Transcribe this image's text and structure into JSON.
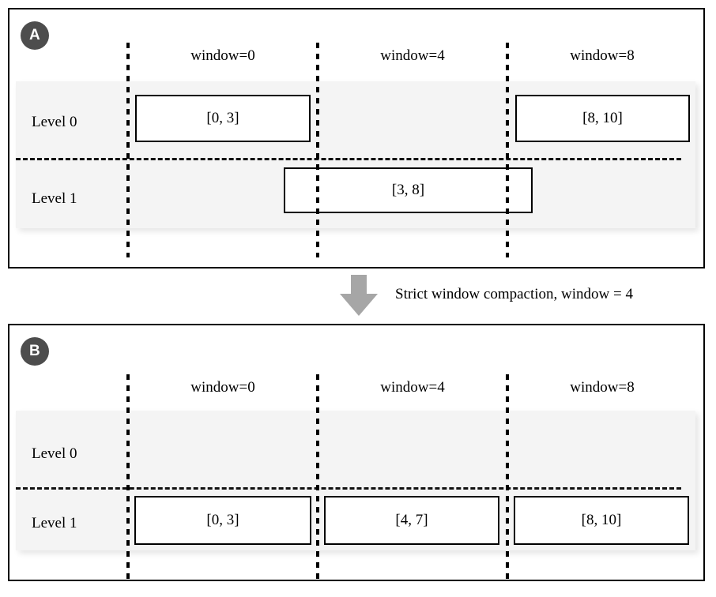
{
  "figure": {
    "panels": [
      {
        "id": "A",
        "badge": "A",
        "columns": [
          "window=0",
          "window=4",
          "window=8"
        ],
        "levels": [
          "Level 0",
          "Level 1"
        ],
        "boxes": {
          "level0": [
            "[0, 3]",
            "[8, 10]"
          ],
          "level1": [
            "[3, 8]"
          ]
        }
      },
      {
        "id": "B",
        "badge": "B",
        "columns": [
          "window=0",
          "window=4",
          "window=8"
        ],
        "levels": [
          "Level 0",
          "Level 1"
        ],
        "boxes": {
          "level0": [],
          "level1": [
            "[0, 3]",
            "[4, 7]",
            "[8, 10]"
          ]
        }
      }
    ],
    "transition": {
      "icon": "down-arrow-icon",
      "label": "Strict window compaction, window = 4"
    },
    "colors": {
      "band": "#f4f4f4",
      "badge": "#4d4d4d",
      "arrow": "#a6a6a6",
      "stroke": "#000000"
    }
  }
}
